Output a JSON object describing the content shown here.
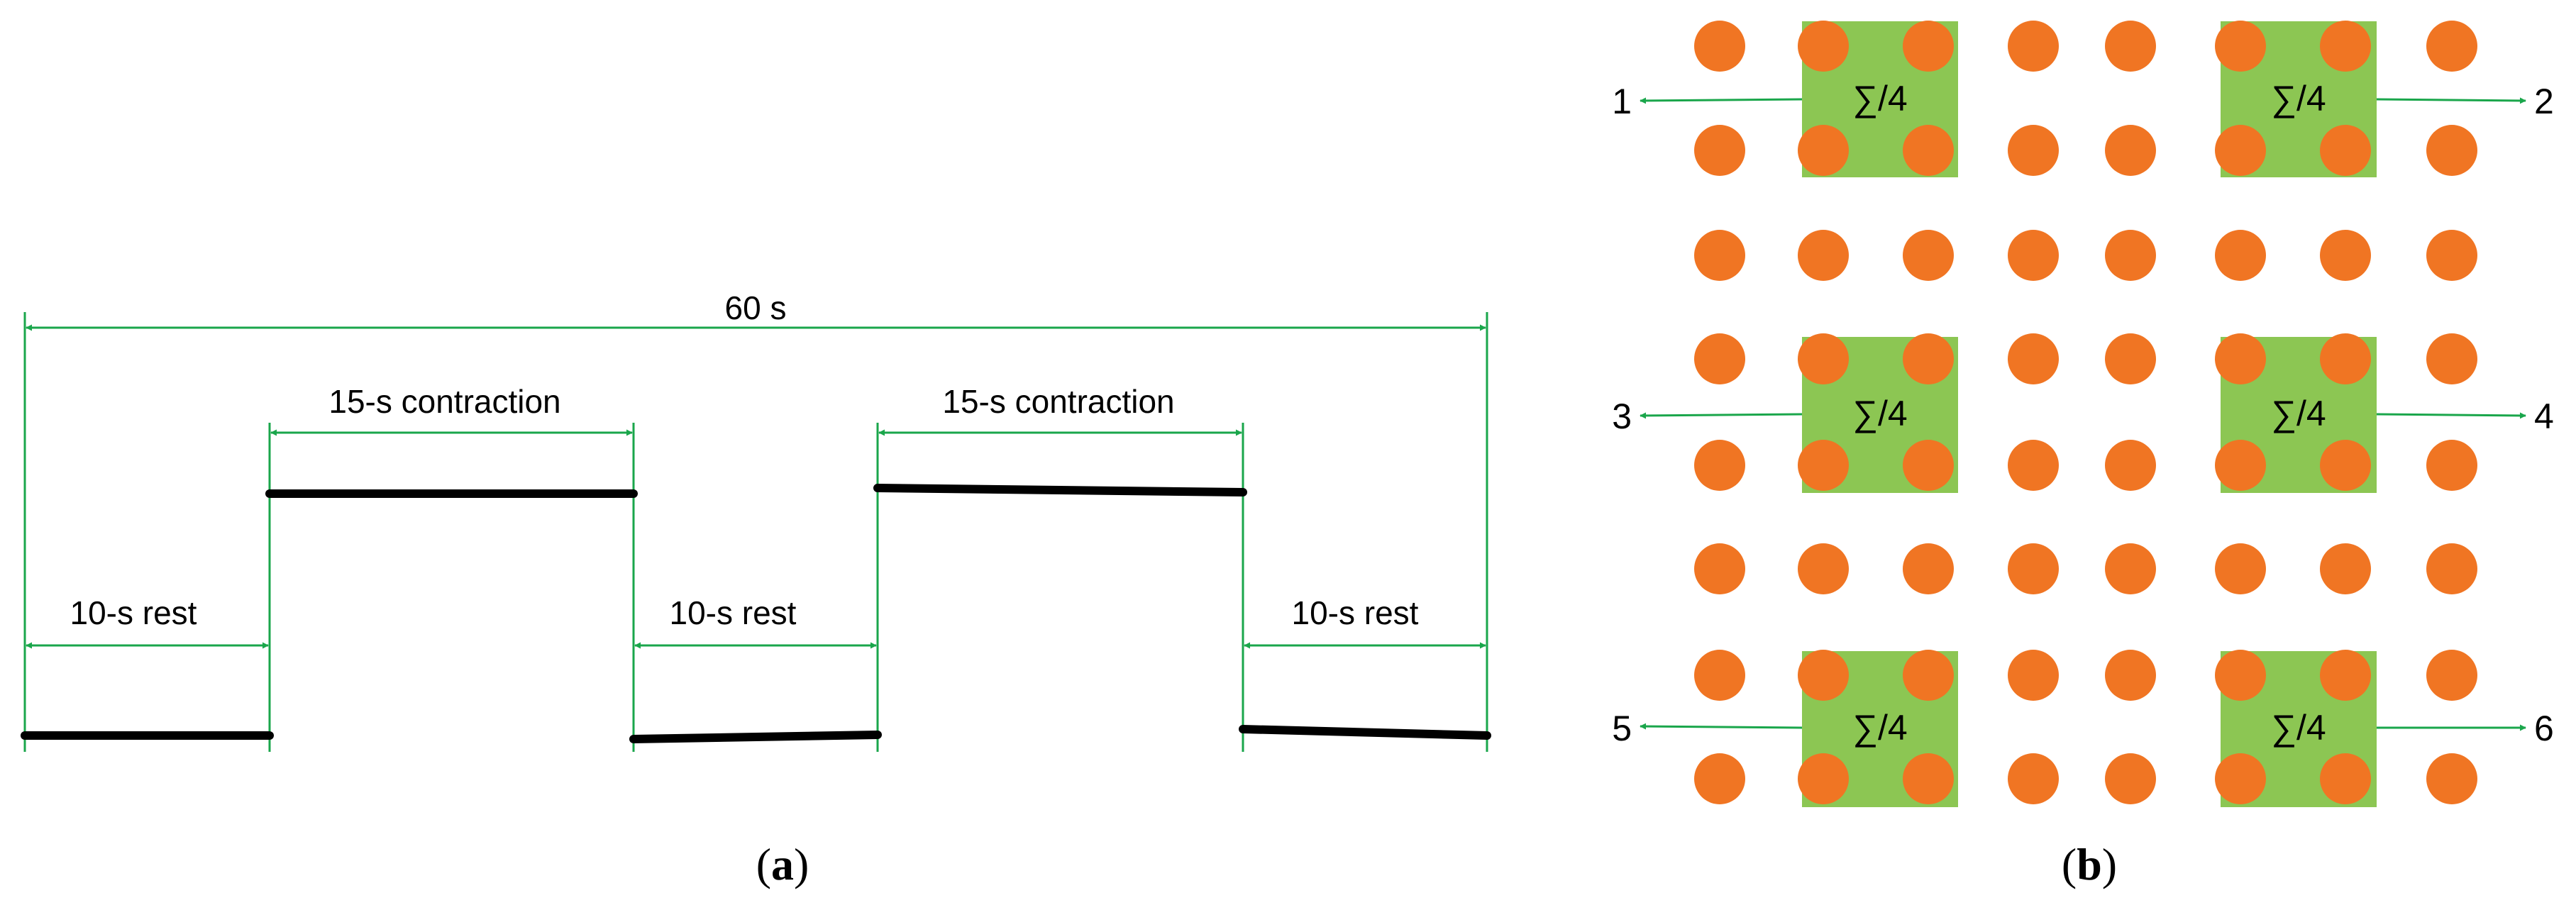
{
  "panel_a": {
    "caption_open": "(",
    "caption_letter": "a",
    "caption_close": ")",
    "total_label": "60 s",
    "segment_labels": [
      "10-s rest",
      "15-s contraction",
      "10-s rest",
      "15-s contraction",
      "10-s rest"
    ]
  },
  "panel_b": {
    "caption_open": "(",
    "caption_letter": "b",
    "caption_close": ")",
    "block_label": "∑/4",
    "channel_labels": [
      "1",
      "2",
      "3",
      "4",
      "5",
      "6"
    ],
    "grid_rows": 8,
    "grid_cols": 8
  },
  "colors": {
    "line": "#000000",
    "arrow": "#1aa64b",
    "electrode": "#f07523",
    "block": "#8cc653"
  }
}
